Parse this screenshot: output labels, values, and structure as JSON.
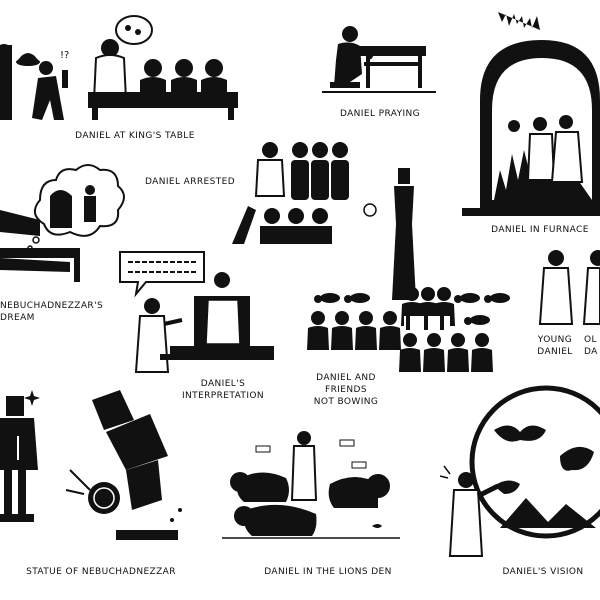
{
  "colors": {
    "ink": "#111111",
    "paper": "#ffffff",
    "fire": "#111111"
  },
  "scenes": [
    {
      "id": "kings-table",
      "label": "DANIEL AT KING'S TABLE",
      "icon": "kings-table-icon"
    },
    {
      "id": "praying",
      "label": "DANIEL PRAYING",
      "icon": "praying-icon"
    },
    {
      "id": "furnace",
      "label": "DANIEL IN FURNACE",
      "icon": "furnace-icon"
    },
    {
      "id": "arrested",
      "label": "DANIEL ARRESTED",
      "icon": "arrested-icon"
    },
    {
      "id": "dream",
      "label": "NEBUCHADNEZZAR'S\nDREAM",
      "icon": "dream-icon"
    },
    {
      "id": "interpretation",
      "label": "DANIEL'S\nINTERPRETATION",
      "icon": "interpretation-icon"
    },
    {
      "id": "not-bowing",
      "label": "DANIEL AND\nFRIENDS\nNOT BOWING",
      "icon": "not-bowing-icon"
    },
    {
      "id": "young",
      "label": "YOUNG\nDANIEL",
      "icon": "young-daniel-icon"
    },
    {
      "id": "old",
      "label": "OL\nDA",
      "icon": "old-daniel-icon"
    },
    {
      "id": "statue",
      "label": "STATUE OF NEBUCHADNEZZAR",
      "icon": "statue-icon"
    },
    {
      "id": "lions",
      "label": "DANIEL IN THE LIONS DEN",
      "icon": "lions-den-icon"
    },
    {
      "id": "vision",
      "label": "DANIEL'S VISION",
      "icon": "vision-icon"
    }
  ]
}
